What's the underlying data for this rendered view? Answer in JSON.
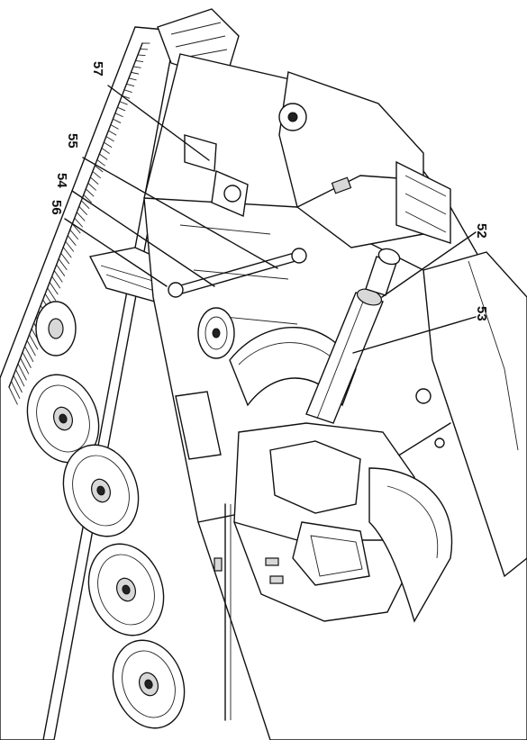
{
  "callouts": [
    {
      "id": "57",
      "label": "57"
    },
    {
      "id": "55",
      "label": "55"
    },
    {
      "id": "54",
      "label": "54"
    },
    {
      "id": "56",
      "label": "56"
    },
    {
      "id": "52",
      "label": "52"
    },
    {
      "id": "53",
      "label": "53"
    }
  ],
  "colors": {
    "ink": "#111111",
    "paper": "#ffffff",
    "shade": "#d8d8d8"
  }
}
